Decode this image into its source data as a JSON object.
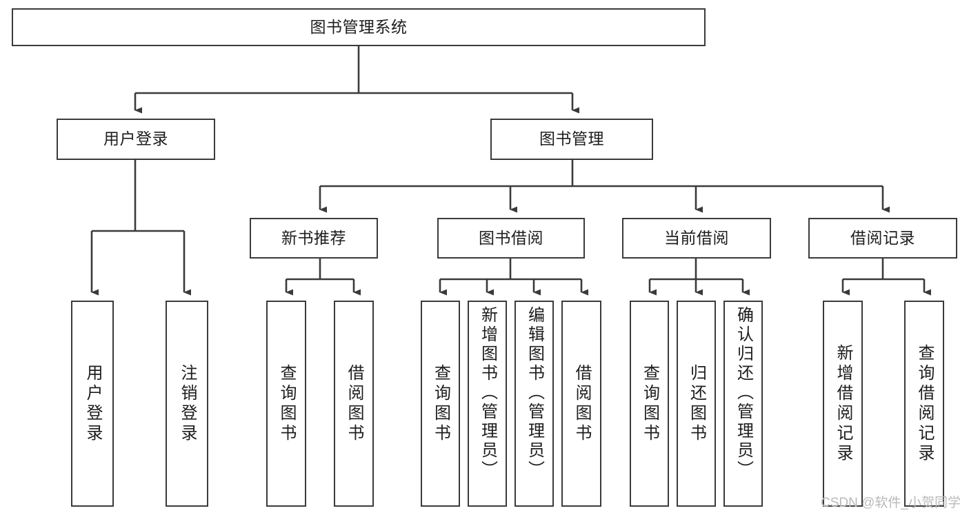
{
  "diagram": {
    "type": "tree-hierarchy-flowchart",
    "root": {
      "label": "图书管理系统"
    },
    "level2": [
      {
        "label": "用户登录"
      },
      {
        "label": "图书管理"
      }
    ],
    "level3": [
      {
        "label": "新书推荐"
      },
      {
        "label": "图书借阅"
      },
      {
        "label": "当前借阅"
      },
      {
        "label": "借阅记录"
      }
    ],
    "leaves": {
      "user_login": [
        {
          "label": "用户登录"
        },
        {
          "label": "注销登录"
        }
      ],
      "new_book_recommend": [
        {
          "label": "查询图书"
        },
        {
          "label": "借阅图书"
        }
      ],
      "book_borrow": [
        {
          "label": "查询图书"
        },
        {
          "label": "新增图书（管理员）"
        },
        {
          "label": "编辑图书（管理员）"
        },
        {
          "label": "借阅图书"
        }
      ],
      "current_borrow": [
        {
          "label": "查询图书"
        },
        {
          "label": "归还图书"
        },
        {
          "label": "确认归还（管理员）"
        }
      ],
      "borrow_record": [
        {
          "label": "新增借阅记录"
        },
        {
          "label": "查询借阅记录"
        }
      ]
    },
    "watermark": "CSDN @软件_小贺同学",
    "colors": {
      "stroke": "#3a3a3a",
      "fill": "#ffffff",
      "text": "#1d1d1d",
      "watermark": "#b9b9b9"
    }
  }
}
